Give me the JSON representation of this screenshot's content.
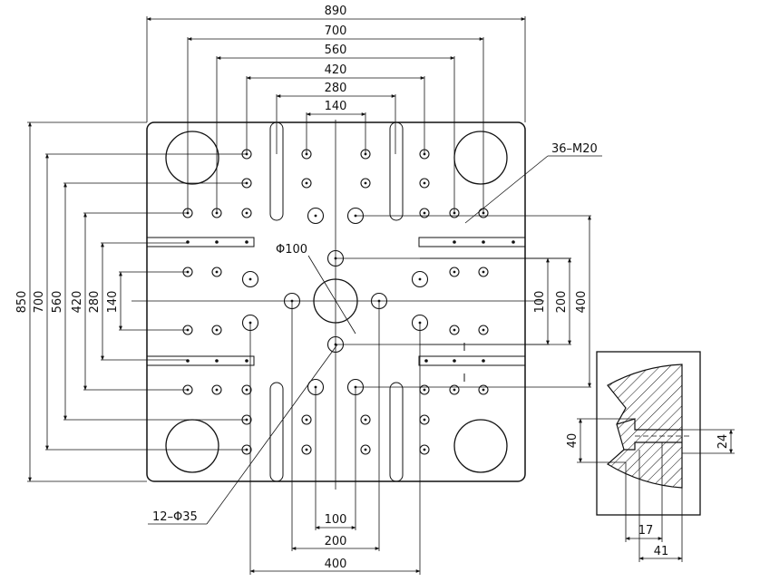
{
  "drawing": {
    "line_color": "#111111",
    "background": "#ffffff",
    "dimensions_top": [
      "890",
      "700",
      "560",
      "420",
      "280",
      "140"
    ],
    "dimensions_left": [
      "850",
      "700",
      "560",
      "420",
      "280",
      "140"
    ],
    "dimensions_right": [
      "100",
      "200",
      "400"
    ],
    "dimensions_bottom": [
      "100",
      "200",
      "400"
    ],
    "callouts": {
      "center_bore": "Φ100",
      "threaded_holes": "36–M20",
      "ejector_holes": "12–Φ35"
    },
    "detail": {
      "height_left": "40",
      "height_right": "24",
      "width_inner": "17",
      "width_outer": "41"
    }
  }
}
